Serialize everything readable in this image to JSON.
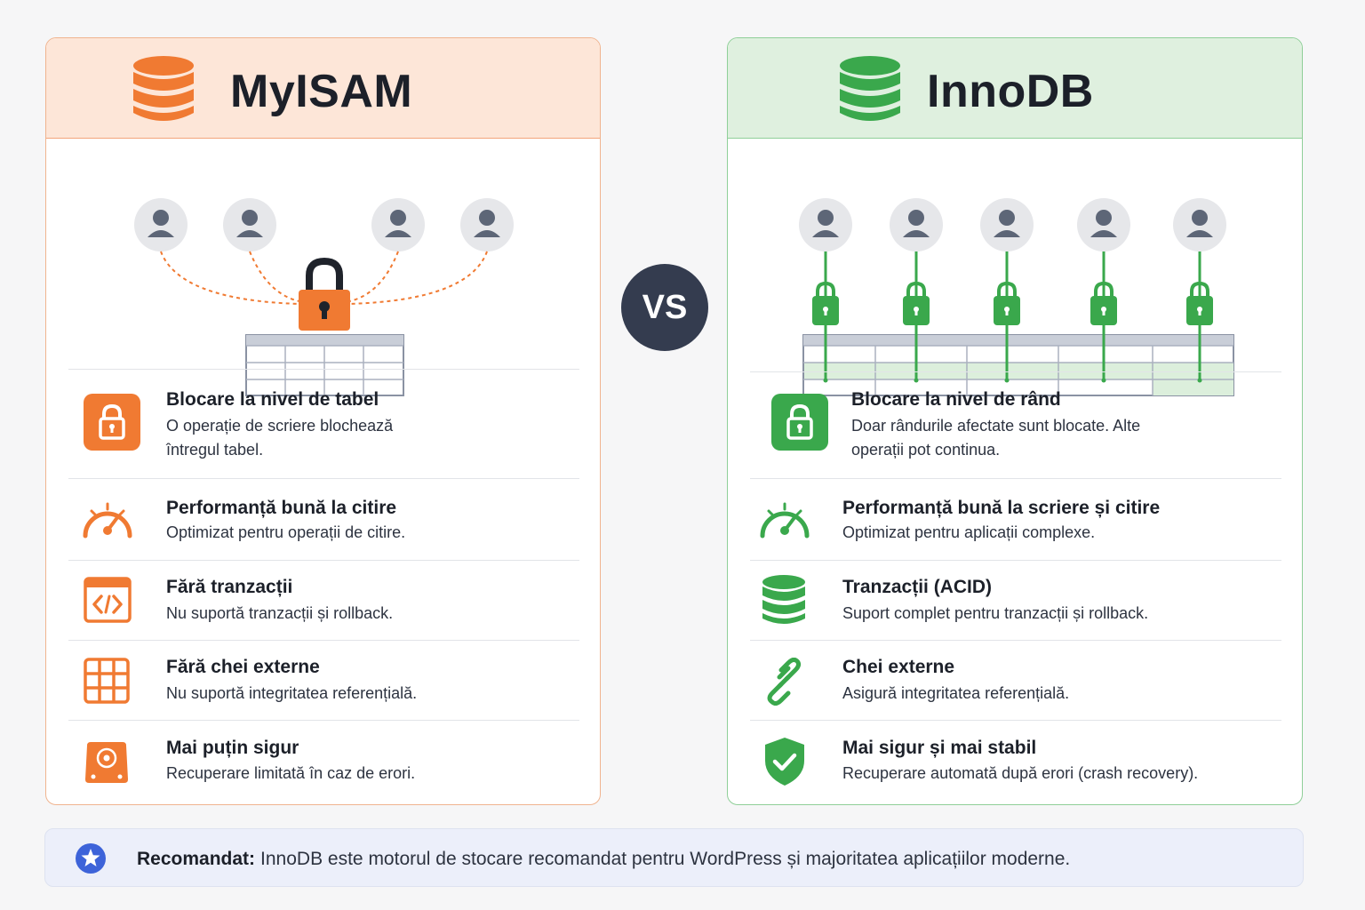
{
  "left": {
    "title": "MyISAM",
    "accent": "#f07a32",
    "features": [
      {
        "icon": "lock-icon",
        "title": "Blocare la nivel de tabel",
        "desc": "O operație de scriere blochează întregul tabel."
      },
      {
        "icon": "speedometer-icon",
        "title": "Performanță bună la citire",
        "desc": "Optimizat pentru operații de citire."
      },
      {
        "icon": "code-window-icon",
        "title": "Fără tranzacții",
        "desc": "Nu suportă tranzacții și rollback."
      },
      {
        "icon": "grid-icon",
        "title": "Fără chei externe",
        "desc": "Nu suportă integritatea referențială."
      },
      {
        "icon": "hard-drive-icon",
        "title": "Mai puțin sigur",
        "desc": "Recuperare limitată în caz de erori."
      }
    ]
  },
  "right": {
    "title": "InnoDB",
    "accent": "#3aa84c",
    "features": [
      {
        "icon": "lock-icon",
        "title": "Blocare la nivel de rând",
        "desc": "Doar rândurile afectate sunt blocate. Alte operații pot continua."
      },
      {
        "icon": "speedometer-icon",
        "title": "Performanță bună la scriere și citire",
        "desc": "Optimizat pentru aplicații complexe."
      },
      {
        "icon": "database-icon",
        "title": "Tranzacții (ACID)",
        "desc": "Suport complet pentru tranzacții și rollback."
      },
      {
        "icon": "link-icon",
        "title": "Chei externe",
        "desc": "Asigură integritatea referențială."
      },
      {
        "icon": "shield-check-icon",
        "title": "Mai sigur și mai stabil",
        "desc": "Recuperare automată după erori (crash recovery)."
      }
    ]
  },
  "vs_label": "VS",
  "footer": {
    "icon": "star-icon",
    "label": "Recomandat:",
    "text": "InnoDB este motorul de stocare recomandat pentru WordPress și majoritatea aplicațiilor moderne."
  }
}
